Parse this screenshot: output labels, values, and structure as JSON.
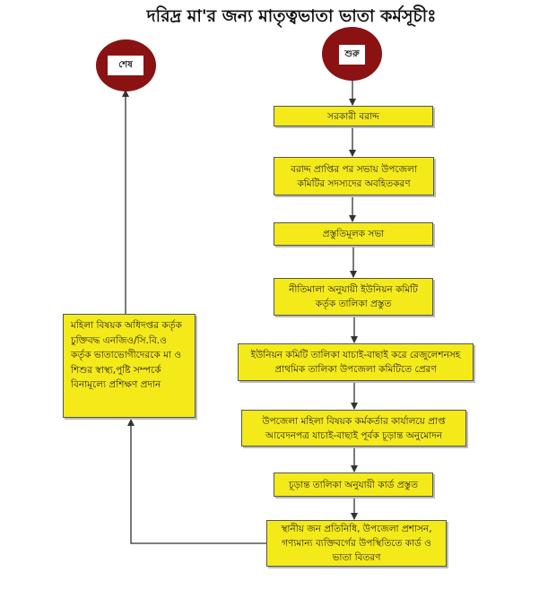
{
  "title": "দরিদ্র মা'র জন্য মাতৃত্বভাতা ভাতা কর্মসূচীঃ",
  "start_label": "শুরু",
  "end_label": "শেষ",
  "steps": [
    "সরকারী বরাদ্দ",
    "বরাদ্দ প্রাপ্তির পর সভায় উপজেলা কমিটির সদস্যদের অবহিতকরণ",
    "প্রস্তুতিমূলক সভা",
    "নীতিমালা অনুযায়ী ইউনিয়ন কমিটি কর্তৃক তালিকা প্রস্তুত",
    "ইউনিয়ন কমিটি তালিকা যাচাই-বাছাই করে রেজুলেশনসহ প্রাথমিক তালিকা উপজেলা কমিটিতে প্রেরণ",
    "উপজেলা মহিলা বিষয়ক কর্মকর্তার কার্যালয়ে প্রাপ্ত আবেদনপত্র যাচাই-বাছাই পূর্বক চূড়ান্ত অনুমোদন",
    "চূড়ান্ত তালিকা অনুযায়ী কার্ড প্রস্তুত",
    "স্থানীয় জন প্রতিনিধি, উপজেলা প্রশাসন, গণ্যমান্য ব্যক্তিবর্গের উপস্থিতিতে কার্ড ও ভাতা বিতরণ"
  ],
  "training_step": "মহিলা বিষয়ক অধিদপ্তর কর্তৃক চুক্তিবদ্ধ এনজিও/সি.বি.ও কর্তৃক ভাতাভোগীদেরকে মা ও শিশুর স্বাস্থ্য,পুষ্টি সম্পর্কে বিনামূল্যে প্রশিক্ষণ প্রদান",
  "colors": {
    "box_fill": "#f4ea1a",
    "terminal": "#8a1212",
    "line": "#333333"
  }
}
